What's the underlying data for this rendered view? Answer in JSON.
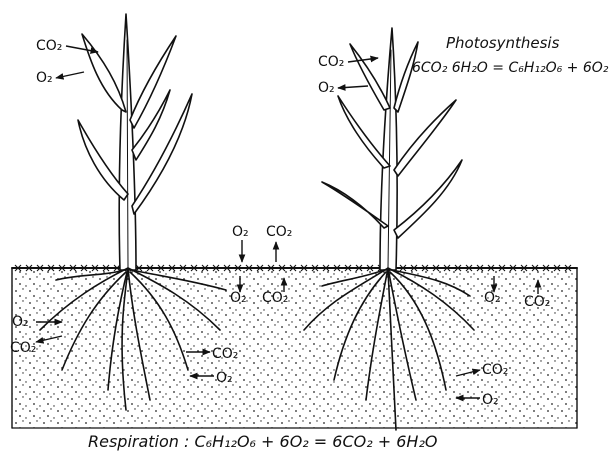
{
  "photosynthesis": {
    "title": "Photosynthesis",
    "equation": "6CO₂ 6H₂O = C₆H₁₂O₆ + 6O₂"
  },
  "respiration": {
    "equation": "Respiration : C₆H₁₂O₆ + 6O₂ = 6CO₂ + 6H₂O"
  },
  "gases": {
    "co2": "CO₂",
    "o2": "O₂"
  }
}
